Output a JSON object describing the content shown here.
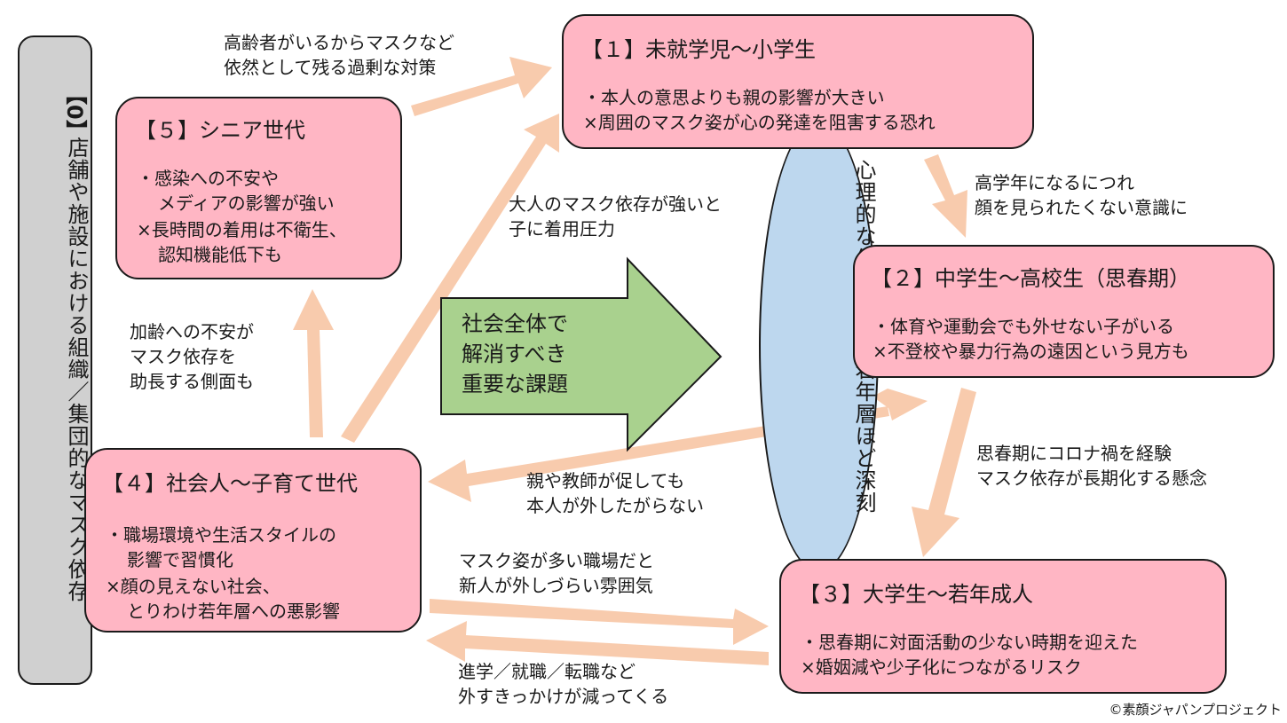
{
  "colors": {
    "box_fill": "#ffb6c4",
    "arrow": "#f8cbad",
    "center_arrow": "#a9d18e",
    "ellipse": "#bdd7ee",
    "sidebar": "#d0d0d0"
  },
  "sidebar": {
    "number": "【0】",
    "text": "店舗や施設における組織／集団的なマスク依存"
  },
  "ellipse": {
    "text": "心理的な依存傾向は若年層ほど深刻"
  },
  "center_arrow": {
    "line1": "社会全体で",
    "line2": "解消すべき",
    "line3": "重要な課題"
  },
  "boxes": {
    "b1": {
      "title": "【１】未就学児〜小学生",
      "line1": "・本人の意思よりも親の影響が大きい",
      "line2": "×周囲のマスク姿が心の発達を阻害する恐れ"
    },
    "b2": {
      "title": "【２】中学生〜高校生（思春期）",
      "line1": "・体育や運動会でも外せない子がいる",
      "line2": "×不登校や暴力行為の遠因という見方も"
    },
    "b3": {
      "title": "【３】大学生〜若年成人",
      "line1": "・思春期に対面活動の少ない時期を迎えた",
      "line2": "×婚姻減や少子化につながるリスク"
    },
    "b4": {
      "title": "【４】社会人〜子育て世代",
      "line1": "・職場環境や生活スタイルの",
      "line2": "影響で習慣化",
      "line3": "×顔の見えない社会、",
      "line4": "とりわけ若年層への悪影響"
    },
    "b5": {
      "title": "【５】シニア世代",
      "line1": "・感染への不安や",
      "line2": "メディアの影響が強い",
      "line3": "×長時間の着用は不衛生、",
      "line4": "認知機能低下も"
    }
  },
  "labels": {
    "l_5_1": [
      "高齢者がいるからマスクなど",
      "依然として残る過剰な対策"
    ],
    "l_1_2": [
      "高学年になるにつれ",
      "顔を見られたくない意識に"
    ],
    "l_4_1": [
      "大人のマスク依存が強いと",
      "子に着用圧力"
    ],
    "l_4_5": [
      "加齢への不安が",
      "マスク依存を",
      "助長する側面も"
    ],
    "l_2_3": [
      "思春期にコロナ禍を経験",
      "マスク依存が長期化する懸念"
    ],
    "l_2_4": [
      "親や教師が促しても",
      "本人が外したがらない"
    ],
    "l_4_3": [
      "マスク姿が多い職場だと",
      "新人が外しづらい雰囲気"
    ],
    "l_3_4": [
      "進学／就職／転職など",
      "外すきっかけが減ってくる"
    ]
  },
  "copyright": "©素顔ジャパンプロジェクト"
}
